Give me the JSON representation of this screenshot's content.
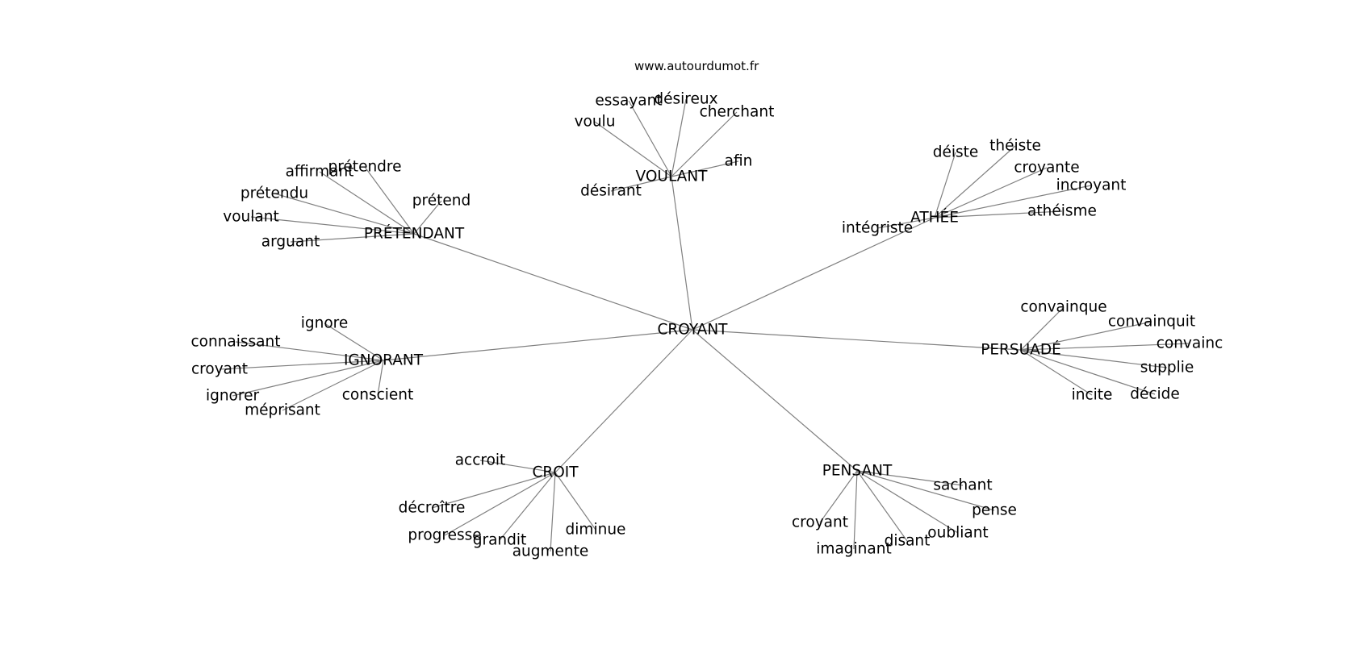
{
  "credit": "www.autourdumot.fr",
  "graph": {
    "center": {
      "label": "CROYANT"
    },
    "hubs": [
      {
        "label": "VOULANT",
        "leaves": [
          "essayant",
          "désireux",
          "voulu",
          "cherchant",
          "afin",
          "désirant"
        ]
      },
      {
        "label": "PRÉTENDANT",
        "leaves": [
          "affirmant",
          "prétendre",
          "prétendu",
          "prétend",
          "voulant",
          "arguant"
        ]
      },
      {
        "label": "ATHÉE",
        "leaves": [
          "déiste",
          "théiste",
          "croyante",
          "incroyant",
          "athéisme",
          "intégriste"
        ]
      },
      {
        "label": "IGNORANT",
        "leaves": [
          "ignore",
          "connaissant",
          "croyant",
          "ignorer",
          "méprisant",
          "conscient"
        ]
      },
      {
        "label": "PERSUADÉ",
        "leaves": [
          "convainque",
          "convainquit",
          "convainc",
          "supplie",
          "décide",
          "incite"
        ]
      },
      {
        "label": "CROIT",
        "leaves": [
          "accroit",
          "décroître",
          "progresse",
          "grandit",
          "augmente",
          "diminue"
        ]
      },
      {
        "label": "PENSANT",
        "leaves": [
          "sachant",
          "pense",
          "oubliant",
          "disant",
          "imaginant",
          "croyant"
        ]
      }
    ]
  }
}
